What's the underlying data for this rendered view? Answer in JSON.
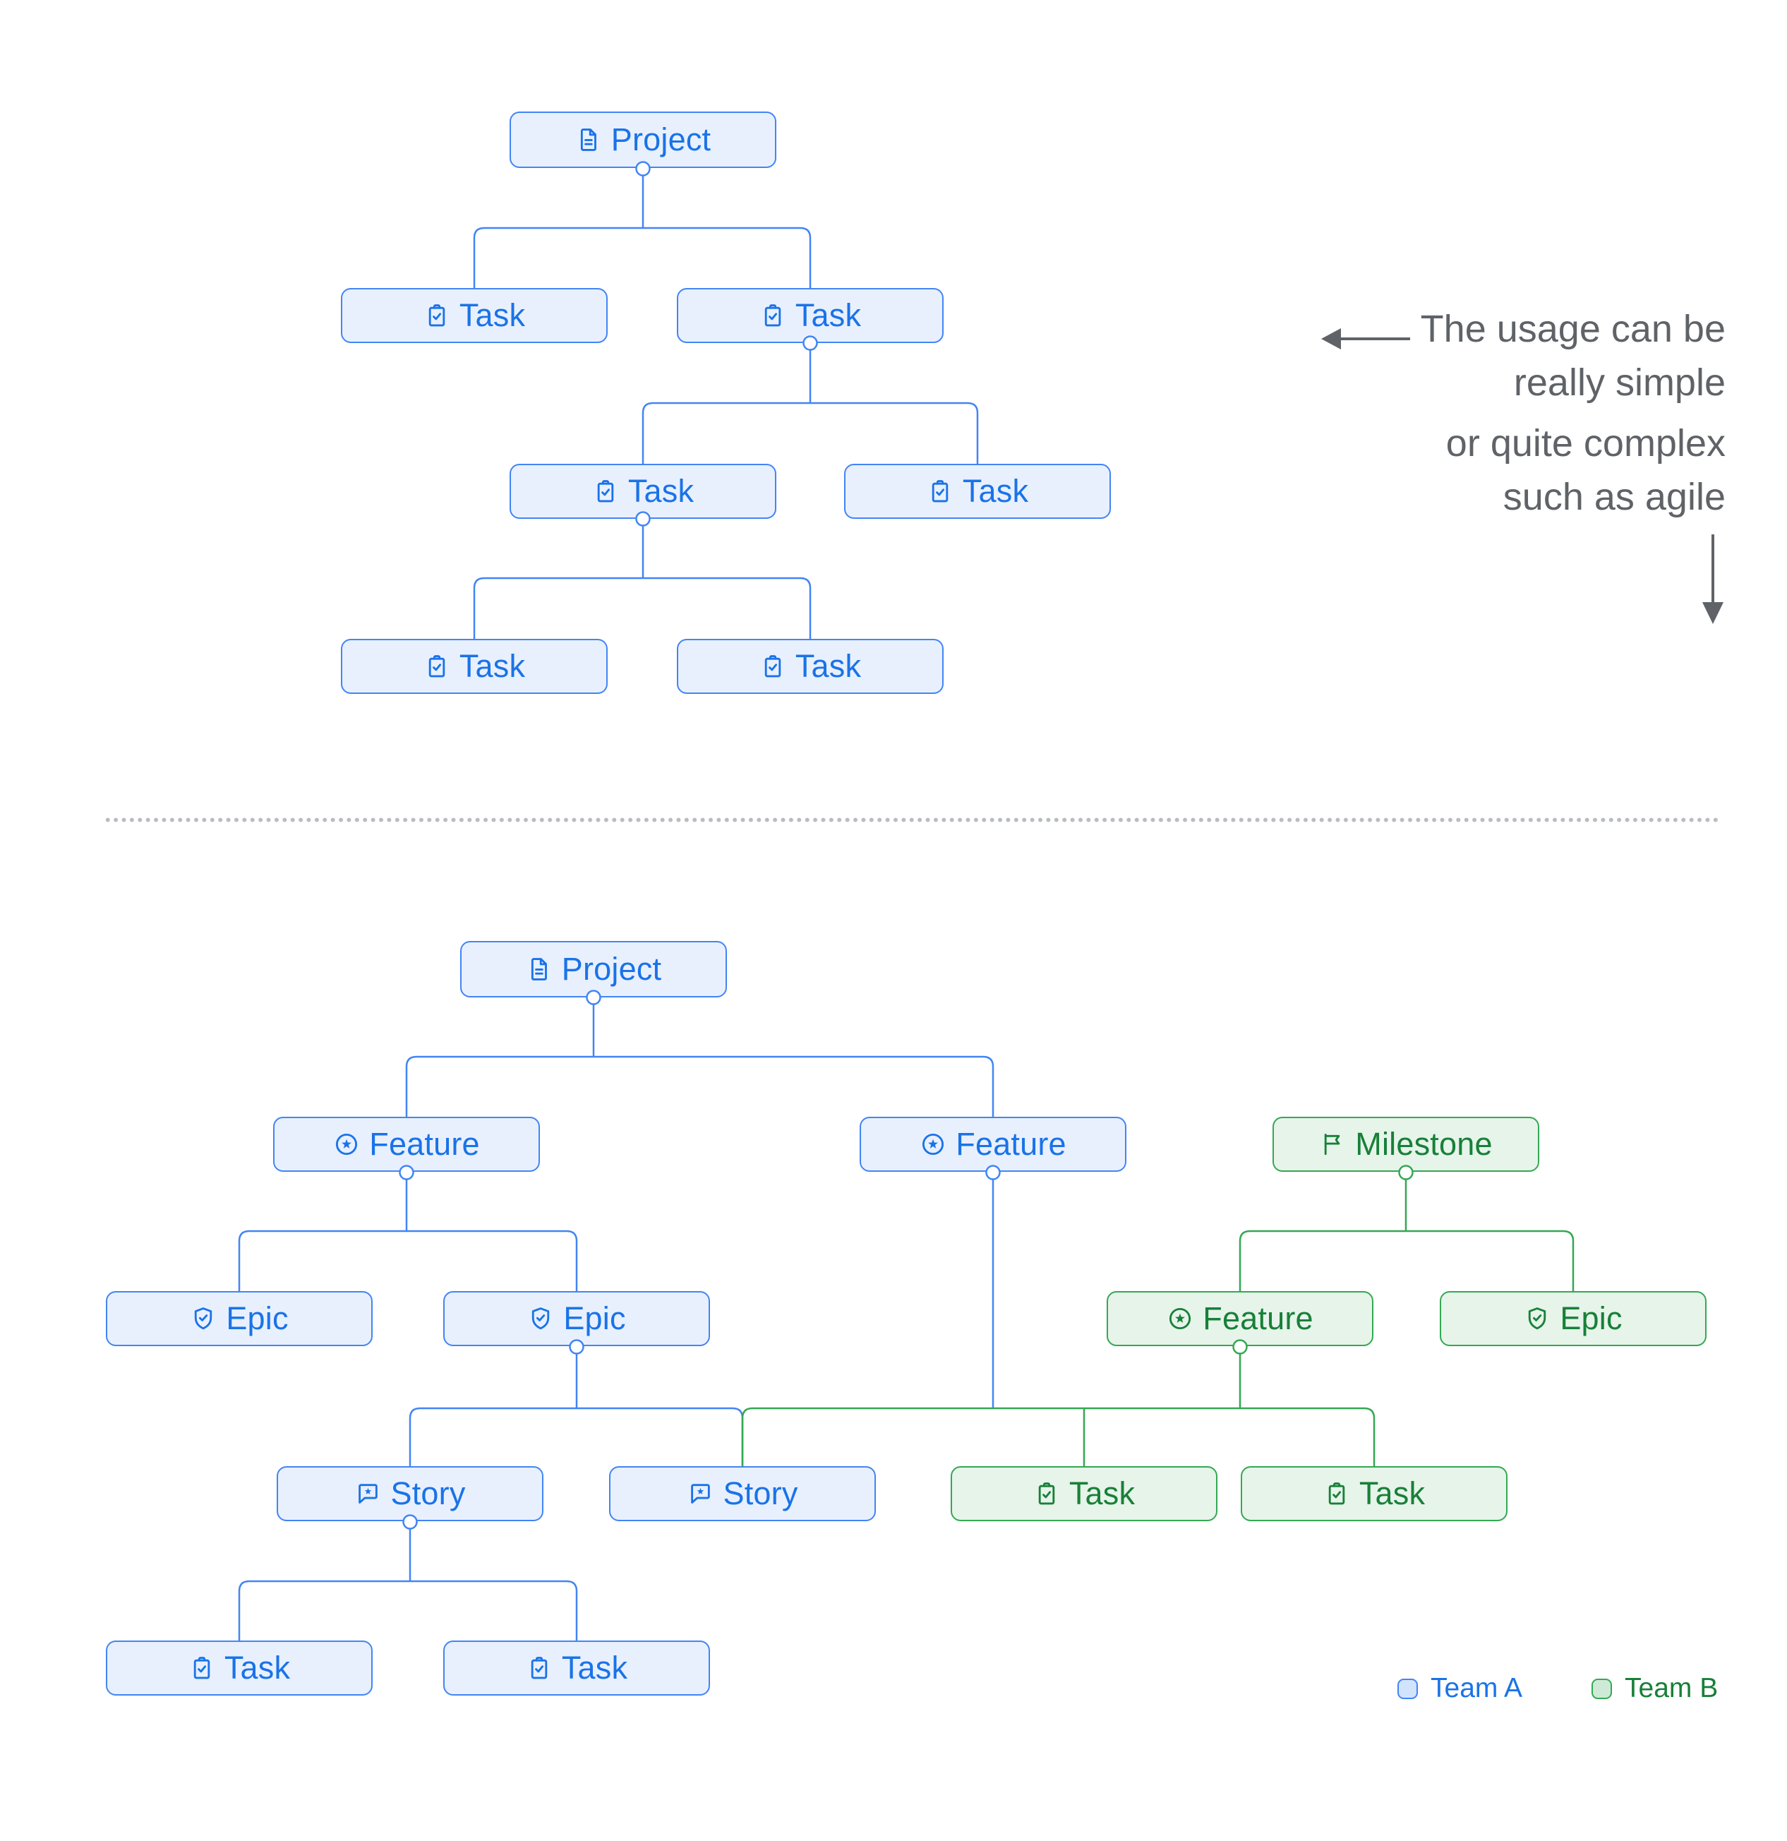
{
  "teams": {
    "a": {
      "label": "Team A",
      "fill": "#e8f0fe",
      "border": "#4285f4",
      "text": "#1a73e8"
    },
    "b": {
      "label": "Team B",
      "fill": "#e6f4ea",
      "border": "#34a853",
      "text": "#188038"
    }
  },
  "annotation": {
    "color": "#5f6368",
    "line1": "The usage can be",
    "line2": "really simple",
    "line3": "or quite complex",
    "line4": "such as agile"
  },
  "legend": {
    "team_a": "Team A",
    "team_b": "Team B"
  },
  "nodes": {
    "t_project": {
      "label": "Project",
      "icon": "document-icon",
      "team": "A"
    },
    "t_task1": {
      "label": "Task",
      "icon": "task-icon",
      "team": "A"
    },
    "t_task2": {
      "label": "Task",
      "icon": "task-icon",
      "team": "A"
    },
    "t_task3": {
      "label": "Task",
      "icon": "task-icon",
      "team": "A"
    },
    "t_task4": {
      "label": "Task",
      "icon": "task-icon",
      "team": "A"
    },
    "t_task5": {
      "label": "Task",
      "icon": "task-icon",
      "team": "A"
    },
    "t_task6": {
      "label": "Task",
      "icon": "task-icon",
      "team": "A"
    },
    "b_project": {
      "label": "Project",
      "icon": "document-icon",
      "team": "A"
    },
    "b_feature1": {
      "label": "Feature",
      "icon": "feature-icon",
      "team": "A"
    },
    "b_feature2": {
      "label": "Feature",
      "icon": "feature-icon",
      "team": "A"
    },
    "b_milestone": {
      "label": "Milestone",
      "icon": "milestone-icon",
      "team": "B"
    },
    "b_epic1": {
      "label": "Epic",
      "icon": "epic-icon",
      "team": "A"
    },
    "b_epic2": {
      "label": "Epic",
      "icon": "epic-icon",
      "team": "A"
    },
    "b_feature3": {
      "label": "Feature",
      "icon": "feature-icon",
      "team": "B"
    },
    "b_epic3": {
      "label": "Epic",
      "icon": "epic-icon",
      "team": "B"
    },
    "b_story1": {
      "label": "Story",
      "icon": "story-icon",
      "team": "A"
    },
    "b_story2": {
      "label": "Story",
      "icon": "story-icon",
      "team": "A"
    },
    "b_taskg1": {
      "label": "Task",
      "icon": "task-icon",
      "team": "B"
    },
    "b_taskg2": {
      "label": "Task",
      "icon": "task-icon",
      "team": "B"
    },
    "b_task3": {
      "label": "Task",
      "icon": "task-icon",
      "team": "A"
    },
    "b_task4": {
      "label": "Task",
      "icon": "task-icon",
      "team": "A"
    }
  }
}
